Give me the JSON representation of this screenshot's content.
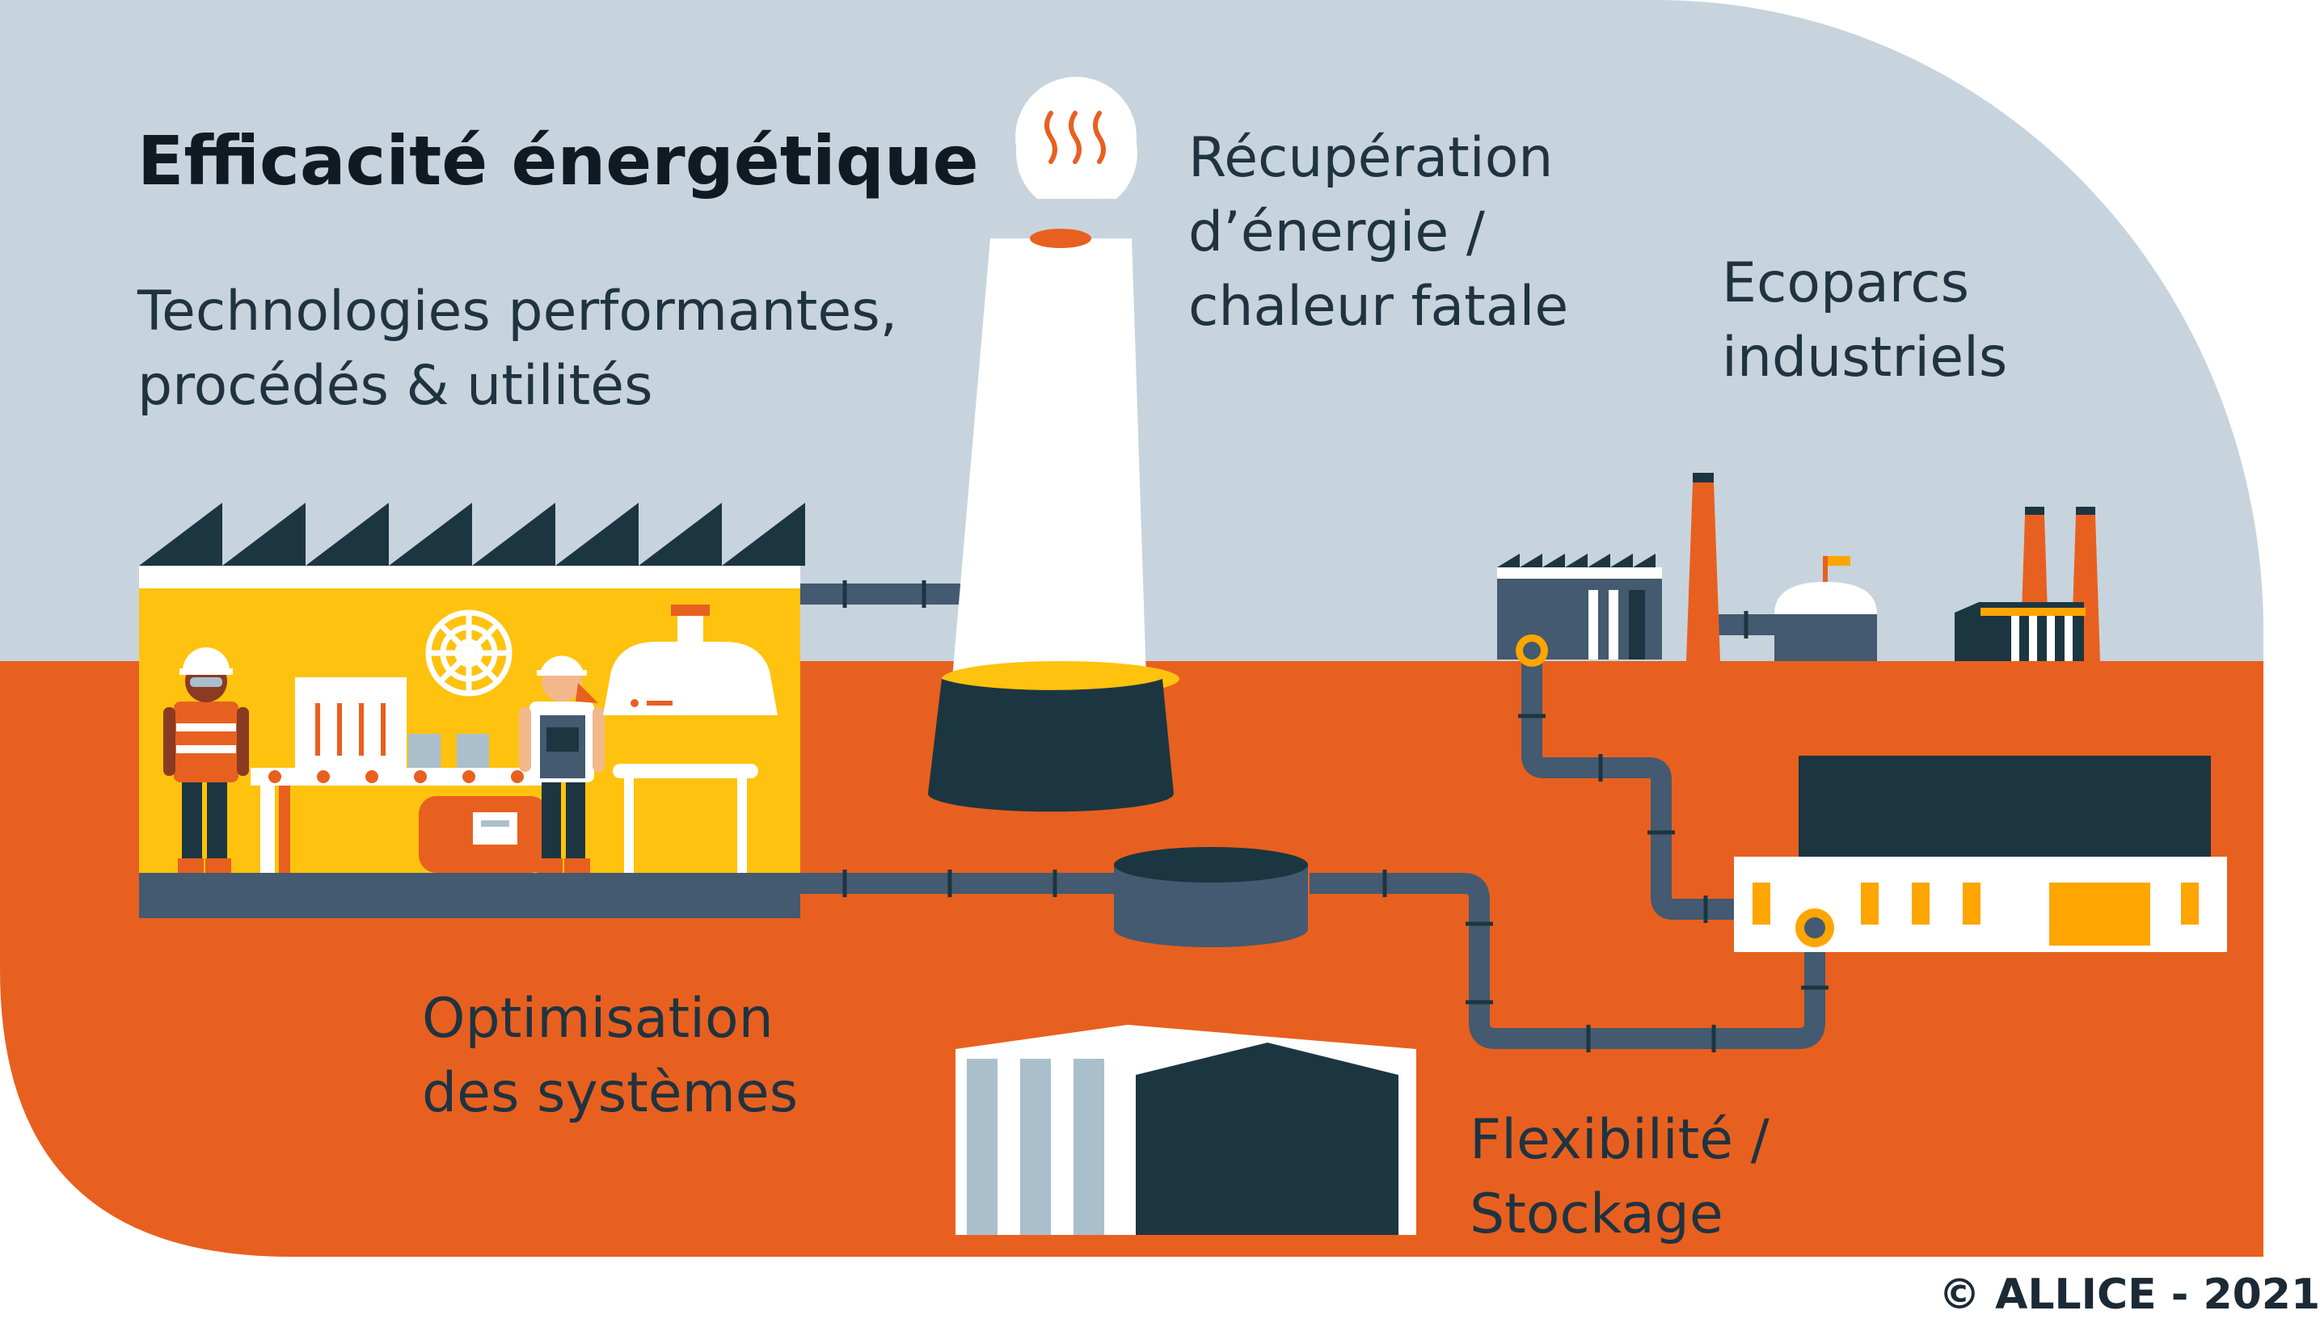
{
  "title": "Efficacité énergétique",
  "labels": {
    "technologies": [
      "Technologies performantes,",
      "procédés & utilités"
    ],
    "recuperation": [
      "Récupération",
      "d’énergie /",
      "chaleur fatale"
    ],
    "ecoparcs": [
      "Ecoparcs",
      "industriels"
    ],
    "optimisation": [
      "Optimisation",
      "des systèmes"
    ],
    "flexibilite": [
      "Flexibilité /",
      "Stockage"
    ]
  },
  "copyright": "© ALLICE - 2021",
  "colors": {
    "sky": "#c7d4dd",
    "ground": "#e8601f",
    "dark": "#1c3641",
    "pipe": "#435a70",
    "yellow": "#ffc20e",
    "white": "#ffffff",
    "light_blue": "#aabfcc"
  }
}
